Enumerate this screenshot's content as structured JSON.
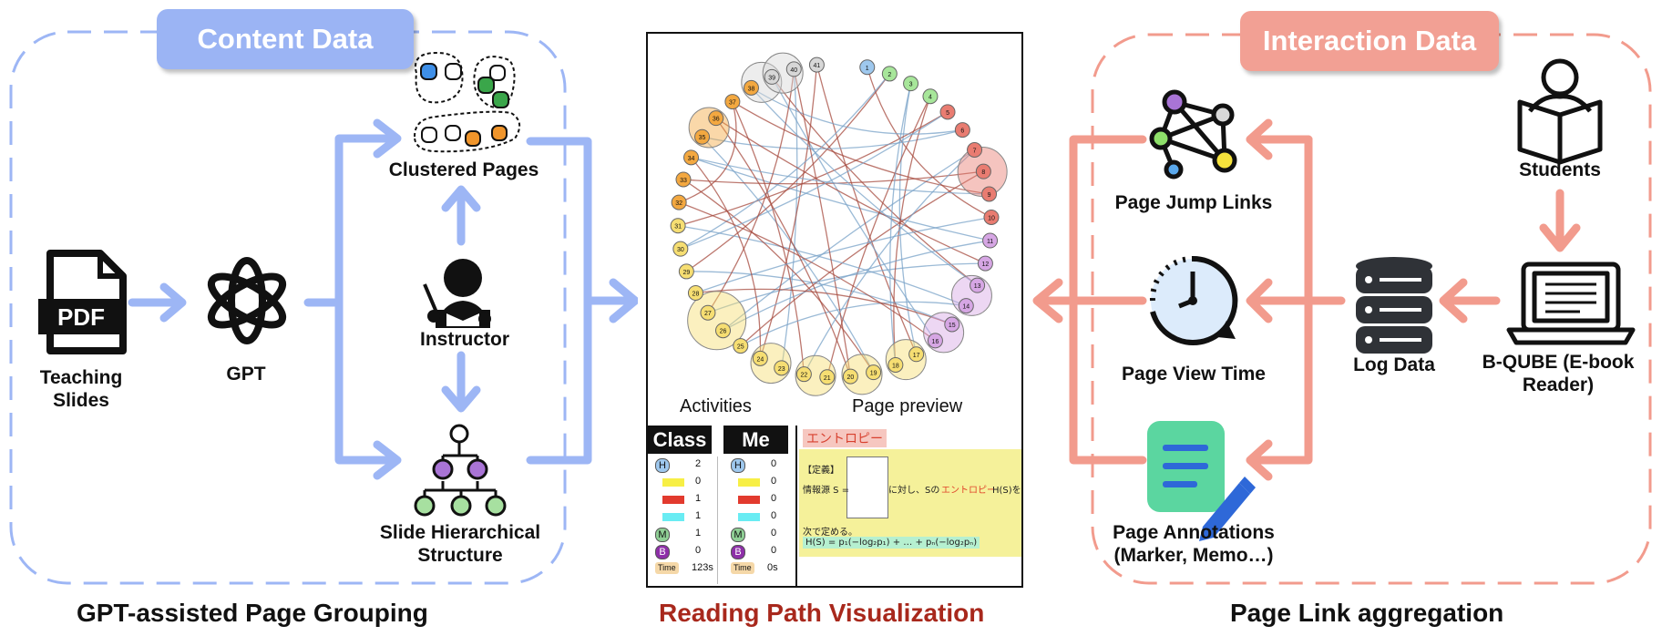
{
  "left": {
    "tag": "Content Data",
    "pdf_text": "PDF",
    "teaching_slides": "Teaching Slides",
    "gpt": "GPT",
    "clustered_pages": "Clustered Pages",
    "instructor": "Instructor",
    "hierarchy": "Slide Hierarchical Structure",
    "bottom": "GPT-assisted Page Grouping"
  },
  "center": {
    "activities": "Activities",
    "page_preview": "Page preview",
    "class_header": "Class",
    "me_header": "Me",
    "class_rows": [
      {
        "badge": "H",
        "value": "2"
      },
      {
        "badge": "",
        "value": "0"
      },
      {
        "badge": "",
        "value": "1"
      },
      {
        "badge": "",
        "value": "1"
      },
      {
        "badge": "M",
        "value": "1"
      },
      {
        "badge": "B",
        "value": "0"
      },
      {
        "badge": "Time",
        "value": "123s"
      }
    ],
    "me_rows": [
      {
        "badge": "H",
        "value": "0"
      },
      {
        "badge": "",
        "value": "0"
      },
      {
        "badge": "",
        "value": "0"
      },
      {
        "badge": "",
        "value": "0"
      },
      {
        "badge": "M",
        "value": "0"
      },
      {
        "badge": "B",
        "value": "0"
      },
      {
        "badge": "Time",
        "value": "0s"
      }
    ],
    "preview_title": "エントロピー",
    "preview_def": "【定義】",
    "preview_line1a": "情報源 S =",
    "preview_line1b": "に対し、Sの",
    "preview_line1c": "エントロピー",
    "preview_line1d": "H(S)を",
    "preview_line2": "次で定める。",
    "preview_formula": "H(S) = p₁(−log₂p₁) + … + pₙ(−log₂pₙ)",
    "node_labels": [
      "1",
      "2",
      "3",
      "4",
      "5",
      "6",
      "7",
      "8",
      "9",
      "10",
      "11",
      "12",
      "13",
      "14",
      "15",
      "16",
      "17",
      "18",
      "19",
      "20",
      "21",
      "22",
      "23",
      "24",
      "25",
      "26",
      "27",
      "28",
      "29",
      "30",
      "31",
      "32",
      "33",
      "34",
      "35",
      "36",
      "37",
      "38",
      "39",
      "40",
      "41"
    ],
    "bottom": "Reading Path Visualization"
  },
  "right": {
    "tag": "Interaction Data",
    "students": "Students",
    "ebook": "B-QUBE (E-book Reader)",
    "log_data": "Log Data",
    "page_jump": "Page Jump Links",
    "page_view": "Page View Time",
    "annotations": "Page Annotations (Marker, Memo…)",
    "bottom": "Page Link aggregation"
  },
  "colors": {
    "blue_flow": "#9db6f5",
    "salmon_flow": "#f29b8d",
    "content_tag": "#9bb4f4",
    "interaction_tag": "#f2a094",
    "reading_path_title": "#a8281c"
  }
}
